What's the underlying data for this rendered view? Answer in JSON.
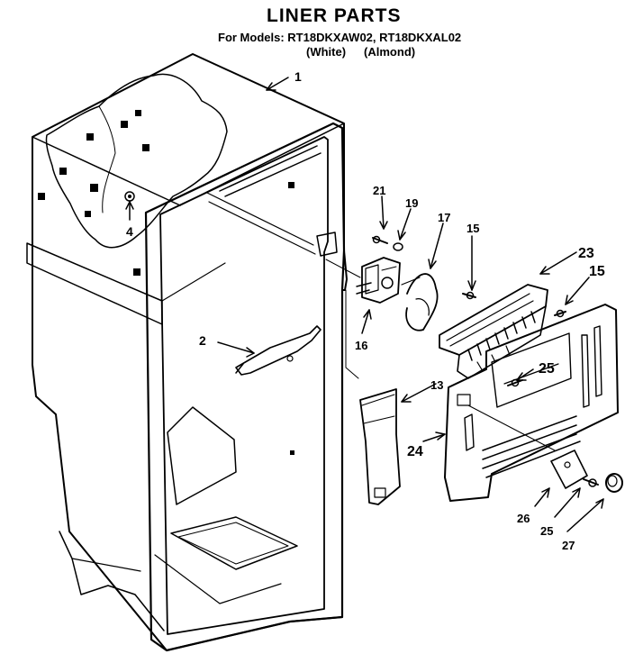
{
  "header": {
    "title": "LINER PARTS",
    "models": "For Models: RT18DKXAW02, RT18DKXAL02",
    "variants": [
      "(White)",
      "(Almond)"
    ]
  },
  "callouts": [
    {
      "id": "c1",
      "text": "1"
    },
    {
      "id": "c2",
      "text": "2"
    },
    {
      "id": "c4",
      "text": "4"
    },
    {
      "id": "c21",
      "text": "21"
    },
    {
      "id": "c19",
      "text": "19"
    },
    {
      "id": "c17",
      "text": "17"
    },
    {
      "id": "c15a",
      "text": "15"
    },
    {
      "id": "c15b",
      "text": "15"
    },
    {
      "id": "c23",
      "text": "23"
    },
    {
      "id": "c16",
      "text": "16"
    },
    {
      "id": "c13",
      "text": "13"
    },
    {
      "id": "c25a",
      "text": "25"
    },
    {
      "id": "c24",
      "text": "24"
    },
    {
      "id": "c26",
      "text": "26"
    },
    {
      "id": "c25b",
      "text": "25"
    },
    {
      "id": "c27",
      "text": "27"
    }
  ],
  "colors": {
    "line": "#000000",
    "background": "#ffffff"
  }
}
